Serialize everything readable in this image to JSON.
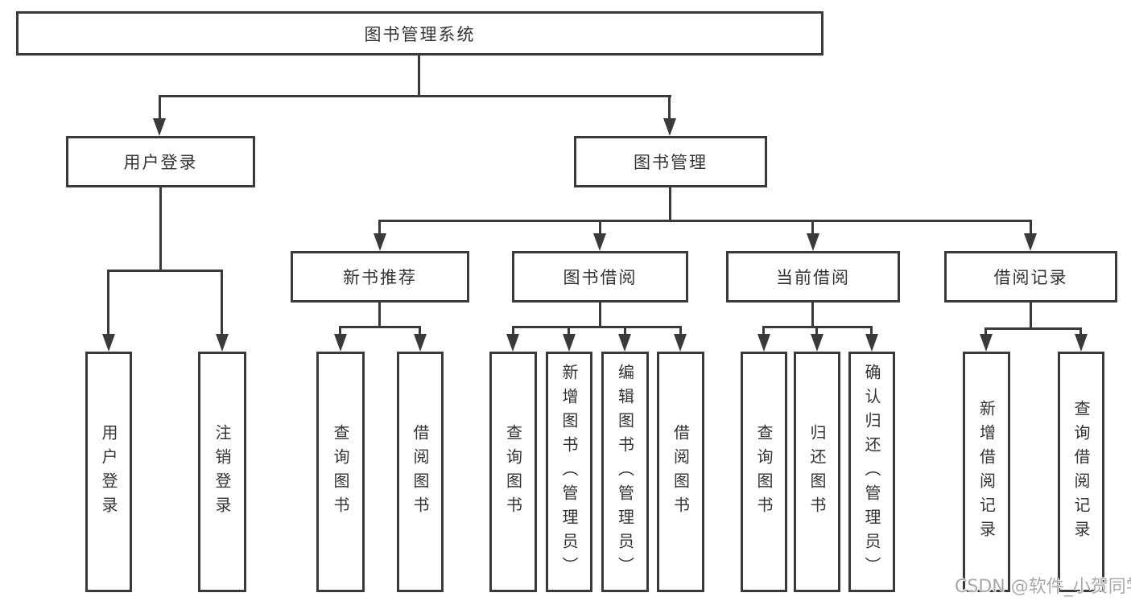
{
  "root": {
    "label": "图书管理系统"
  },
  "level2": {
    "user_login": {
      "label": "用户登录"
    },
    "book_mgmt": {
      "label": "图书管理"
    }
  },
  "level3": {
    "new_rec": {
      "label": "新书推荐"
    },
    "borrow": {
      "label": "图书借阅"
    },
    "current": {
      "label": "当前借阅"
    },
    "records": {
      "label": "借阅记录"
    }
  },
  "leaves": {
    "user_login": [
      "用户登录",
      "注销登录"
    ],
    "new_rec": [
      "查询图书",
      "借阅图书"
    ],
    "borrow": [
      "查询图书",
      "新增图书（管理员）",
      "编辑图书（管理员）",
      "借阅图书"
    ],
    "current": [
      "查询图书",
      "归还图书",
      "确认归还（管理员）"
    ],
    "records": [
      "新增借阅记录",
      "查询借阅记录"
    ]
  },
  "watermark": {
    "text": "CSDN @软件_小贺同学"
  },
  "colors": {
    "line": "#3a3a3a",
    "text": "#333333",
    "watermark": "#a9a9a9",
    "background": "#ffffff"
  }
}
